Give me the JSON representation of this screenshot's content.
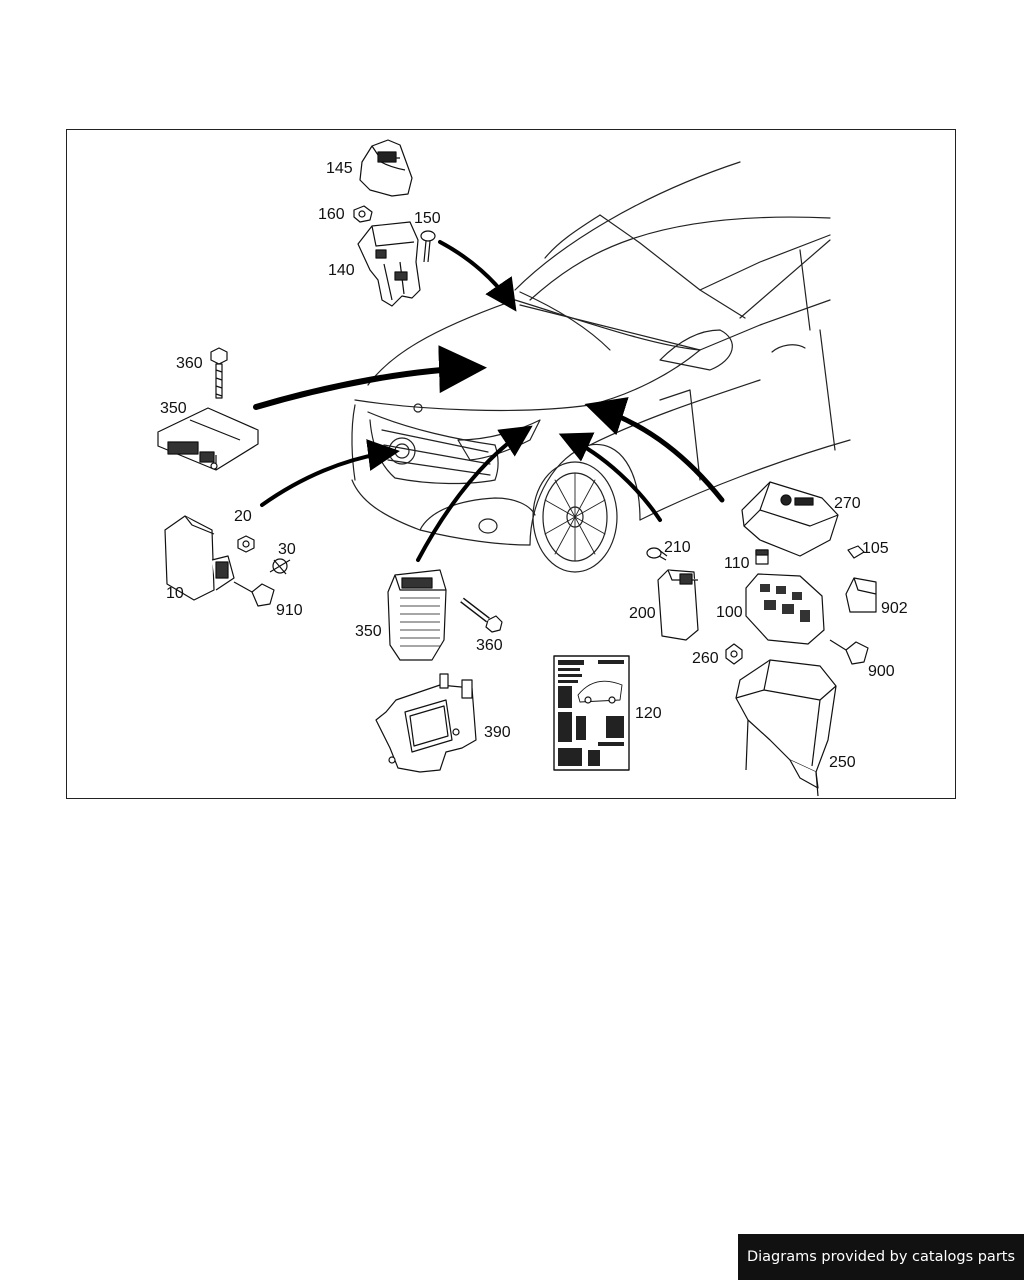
{
  "diagram": {
    "part_labels": {
      "p145": "145",
      "p160": "160",
      "p150": "150",
      "p140": "140",
      "p360a": "360",
      "p350a": "350",
      "p20": "20",
      "p30": "30",
      "p10": "10",
      "p910": "910",
      "p350b": "350",
      "p360b": "360",
      "p390": "390",
      "p120": "120",
      "p210": "210",
      "p200": "200",
      "p270": "270",
      "p110": "110",
      "p105": "105",
      "p100": "100",
      "p902": "902",
      "p260": "260",
      "p900": "900",
      "p250": "250"
    }
  },
  "footer": {
    "credit": "Diagrams provided by catalogs parts"
  }
}
